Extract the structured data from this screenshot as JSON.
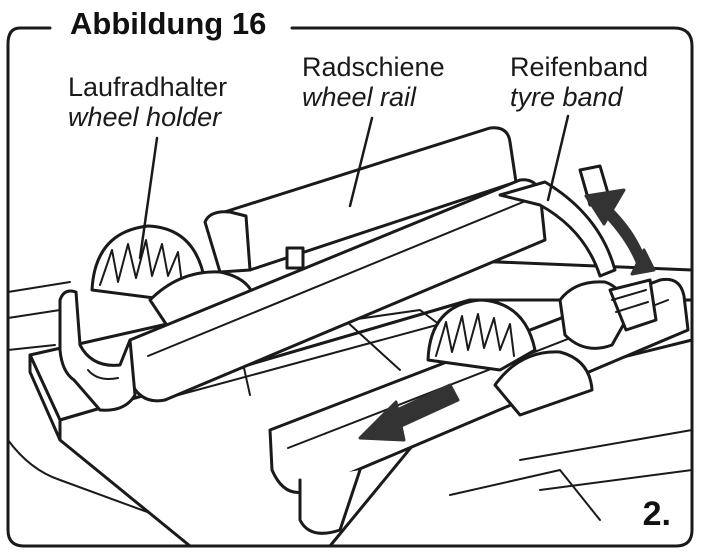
{
  "figure": {
    "title": "Abbildung 16",
    "step": "2."
  },
  "labels": {
    "wheel_holder": {
      "de": "Laufradhalter",
      "en": "wheel holder"
    },
    "wheel_rail": {
      "de": "Radschiene",
      "en": "wheel rail"
    },
    "tyre_band": {
      "de": "Reifenband",
      "en": "tyre band"
    }
  },
  "colors": {
    "ink": "#1a1a1a",
    "fill": "#ffffff",
    "shade": "#e6e6e6",
    "arrow": "#333333"
  }
}
